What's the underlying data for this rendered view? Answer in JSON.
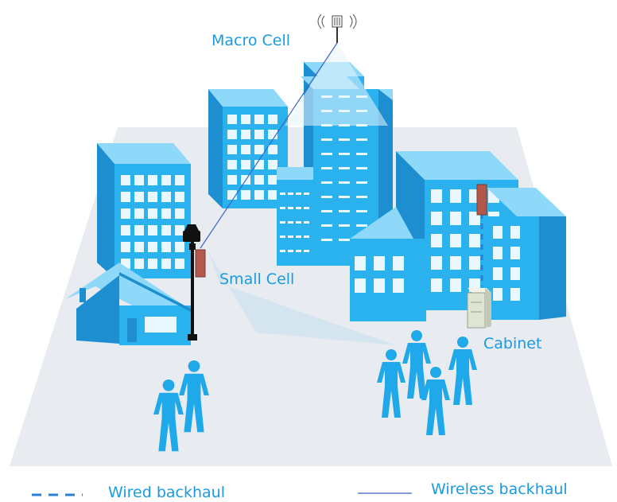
{
  "labels": {
    "macro_cell": "Macro Cell",
    "small_cell": "Small Cell",
    "cabinet": "Cabinet"
  },
  "legend": {
    "wired": "Wired backhaul",
    "wireless": "Wireless backhaul"
  },
  "colors": {
    "label": "#1a9ae0",
    "building_front": "#29b2ee",
    "building_side": "#1d8fd0",
    "building_top": "#8ed9fa",
    "window": "#e9f8ff",
    "ground": "#e8ebf0",
    "person": "#1fa8ea",
    "equipment": "#b4584c",
    "cabinet_box": "#dfe5d4",
    "wired_line": "#2a7fd8",
    "wireless_line": "#3a64c8"
  },
  "icons": {
    "macro_antenna": "antenna-tower-icon",
    "small_cell": "street-lamp-small-cell-icon",
    "cabinet": "equipment-cabinet-icon",
    "people": "person-icon"
  }
}
